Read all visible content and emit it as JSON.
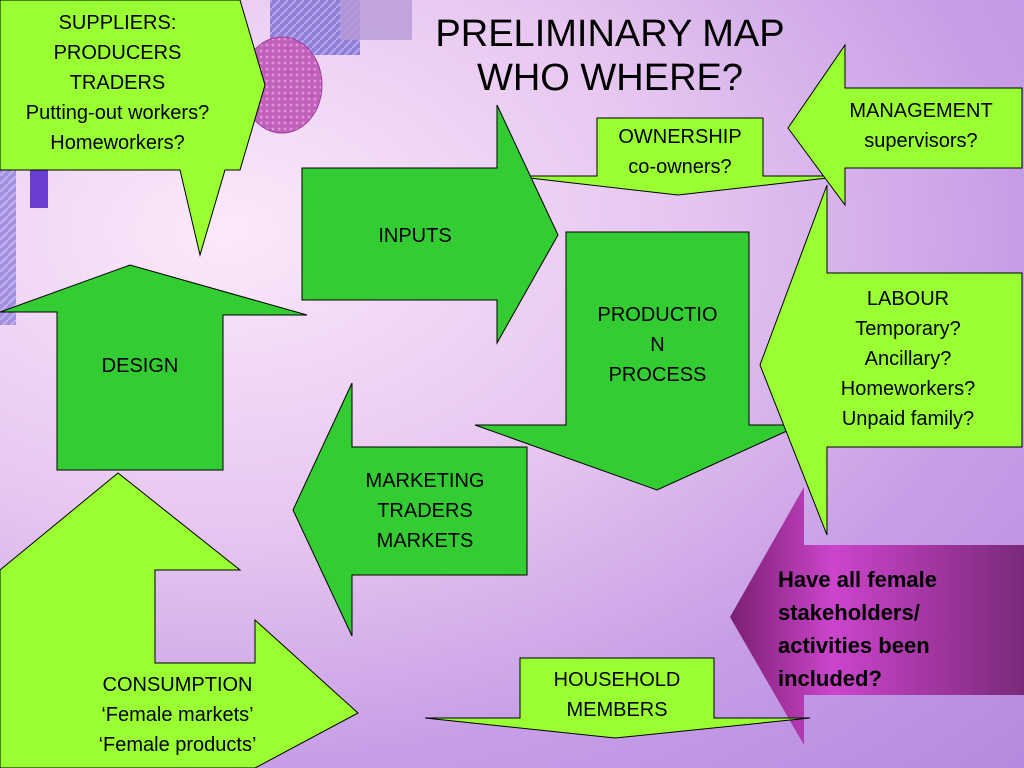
{
  "title": {
    "line1": "PRELIMINARY MAP",
    "line2": "WHO WHERE?"
  },
  "suppliers": {
    "l1": "SUPPLIERS:",
    "l2": "PRODUCERS",
    "l3": "TRADERS",
    "l4": "Putting-out workers?",
    "l5": "Homeworkers?"
  },
  "ownership": {
    "l1": "OWNERSHIP",
    "l2": "co-owners?"
  },
  "management": {
    "l1": "MANAGEMENT",
    "l2": "supervisors?"
  },
  "inputs": {
    "label": "INPUTS"
  },
  "design": {
    "label": "DESIGN"
  },
  "production": {
    "l1": "PRODUCTIO",
    "l2": "N",
    "l3": "PROCESS"
  },
  "labour": {
    "l1": "LABOUR",
    "l2": "Temporary?",
    "l3": "Ancillary?",
    "l4": "Homeworkers?",
    "l5": "Unpaid family?"
  },
  "marketing": {
    "l1": "MARKETING",
    "l2": "TRADERS",
    "l3": "MARKETS"
  },
  "question": {
    "l1": "Have all female",
    "l2": "stakeholders/",
    "l3": "activities been",
    "l4": "included?"
  },
  "household": {
    "l1": "HOUSEHOLD",
    "l2": "MEMBERS"
  },
  "consumption": {
    "l1": "CONSUMPTION",
    "l2": "‘Female markets’",
    "l3": "‘Female products’"
  },
  "colors": {
    "dark_green": "#33cc33",
    "light_green": "#99ff33",
    "magenta": "#cc33cc",
    "purple_dark": "#7a2a7a",
    "stroke": "#000000"
  }
}
